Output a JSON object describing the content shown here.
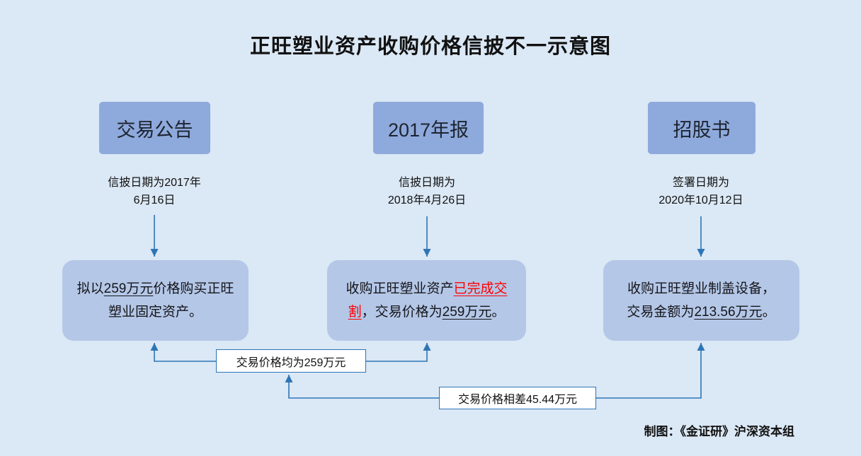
{
  "title": "正旺塑业资产收购价格信披不一示意图",
  "credit": "制图：《金证研》沪深资本组",
  "columns": [
    {
      "header": "交易公告",
      "date_lines": [
        "信披日期为2017年",
        "6月16日"
      ],
      "content": [
        {
          "text": "拟以"
        },
        {
          "text": "259万元"
        },
        {
          "text": "价格购买正旺塑业固定资产。"
        }
      ]
    },
    {
      "header": "2017年报",
      "date_lines": [
        "信披日期为",
        "2018年4月26日"
      ],
      "content": [
        {
          "text": "收购正旺塑业资产"
        },
        {
          "text": "已完成交割"
        },
        {
          "text": "，交易价格为"
        },
        {
          "text": "259万元"
        },
        {
          "text": "。"
        }
      ]
    },
    {
      "header": "招股书",
      "date_lines": [
        "签署日期为",
        "2020年10月12日"
      ],
      "content": [
        {
          "text": "收购正旺塑业制盖设备，交易金额为"
        },
        {
          "text": "213.56万元"
        },
        {
          "text": "。"
        }
      ]
    }
  ],
  "callouts": {
    "equal_price": "交易价格均为259万元",
    "price_diff": "交易价格相差45.44万元"
  },
  "colors": {
    "background": "#dbe8f5",
    "header_fill": "#8ea9db",
    "content_fill": "#b4c7e7",
    "connector": "#2e75b6",
    "callout_border": "#2e75b6",
    "callout_fill": "#ffffff",
    "highlight_red": "#ff0000"
  }
}
